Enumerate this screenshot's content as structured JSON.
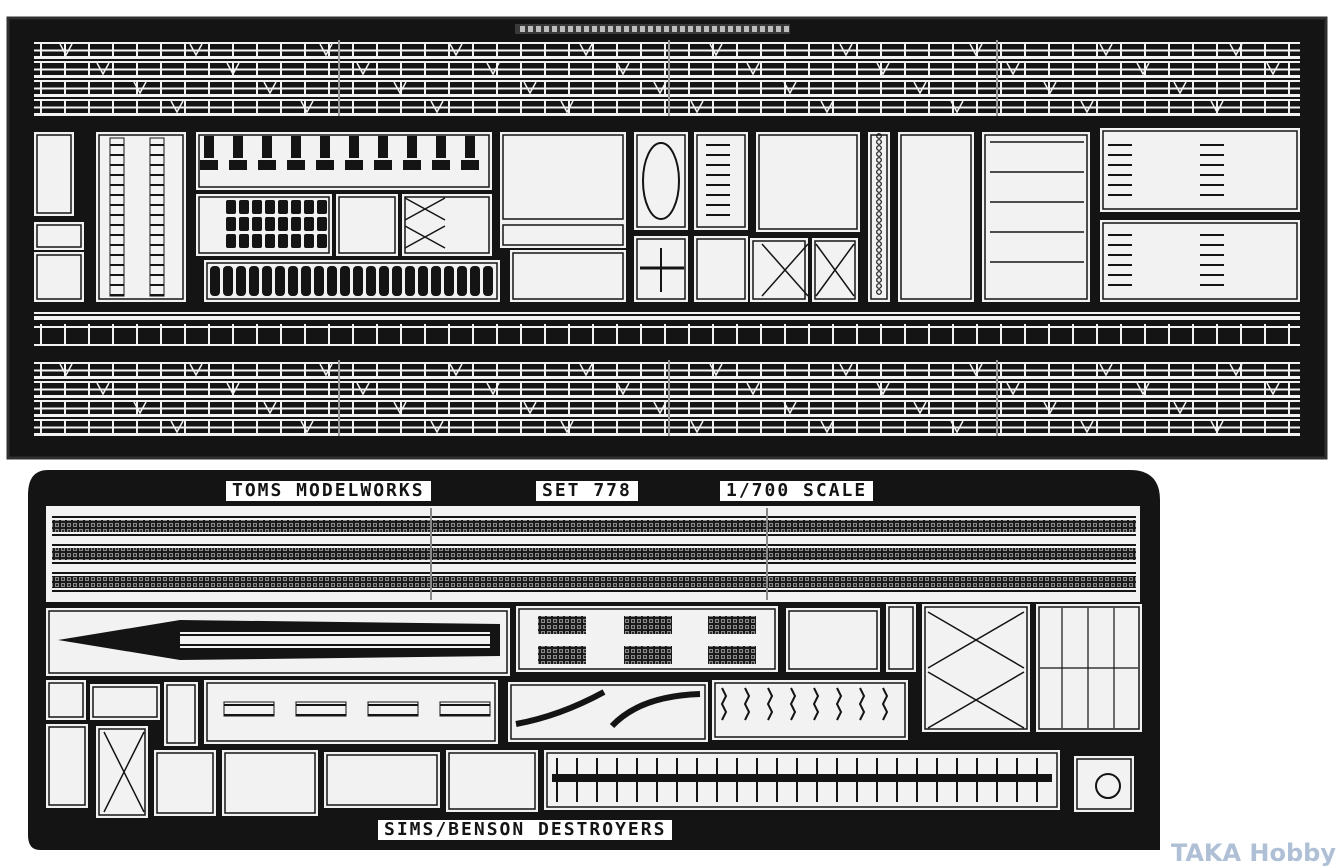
{
  "sheet_top": {
    "header": "",
    "colors": {
      "metal": "#141414",
      "etch": "#f2f2f2"
    }
  },
  "sheet_bottom": {
    "brand": "TOMS MODELWORKS",
    "set": "SET 778",
    "scale": "1/700 SCALE",
    "subject": "SIMS/BENSON DESTROYERS"
  },
  "watermark": "TAKA Hobby"
}
